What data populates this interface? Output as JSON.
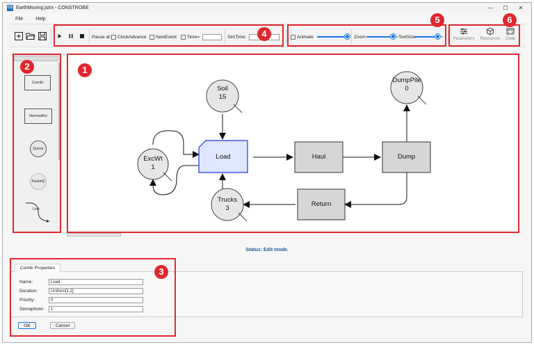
{
  "window": {
    "app_icon_text": "CS",
    "title": "EarthMoving.jstrx - CONSTROBE",
    "controls": {
      "minimize": "—",
      "maximize": "☐",
      "close": "✕"
    }
  },
  "menu": {
    "file": "File",
    "help": "Help"
  },
  "toolbar": {
    "pause_at_label": "Pause at:",
    "clock_advance_label": "ClockAdvance",
    "next_event_label": "NextEvent",
    "time_label": "Time=",
    "simtime_label": "SimTime:",
    "animate_label": "Animate",
    "zoom_label": "Zoom",
    "textsize_label": "TextSize",
    "animate_level": 1.0,
    "zoom_level": 0.85,
    "textsize_level": 0.8,
    "parameters_label": "Parameters",
    "resources_label": "Resources",
    "code_label": "Code"
  },
  "palette": {
    "combi": "Combi",
    "normal": "NormalAct",
    "queue": "Queue",
    "fusion": "FusionQ",
    "link": "Link"
  },
  "nodes": {
    "soil_name": "Soil",
    "soil_count": "15",
    "dump_pile_name": "DumpPile",
    "dump_pile_count": "0",
    "exc_wt_name": "ExcWt",
    "exc_wt_count": "1",
    "trucks_name": "Trucks",
    "trucks_count": "3",
    "load": "Load",
    "haul": "Haul",
    "dump": "Dump",
    "return": "Return"
  },
  "status": "Status: Edit mode.",
  "props": {
    "tab": "Combi Properties",
    "name_label": "Name:",
    "name_value": "Load",
    "duration_label": "Duration:",
    "duration_value": "Uniform[1,2]",
    "priority_label": "Priority:",
    "priority_value": "0",
    "semaphore_label": "Semaphore:",
    "semaphore_value": "1",
    "ok": "OK",
    "cancel": "Cancel"
  },
  "badges": [
    "1",
    "2",
    "3",
    "4",
    "5",
    "6"
  ],
  "colors": {
    "annotation_red": "#e0282e",
    "accent_blue": "#1a73e8",
    "status_blue": "#1f5fa8",
    "active_node": "#dfe6ff"
  }
}
